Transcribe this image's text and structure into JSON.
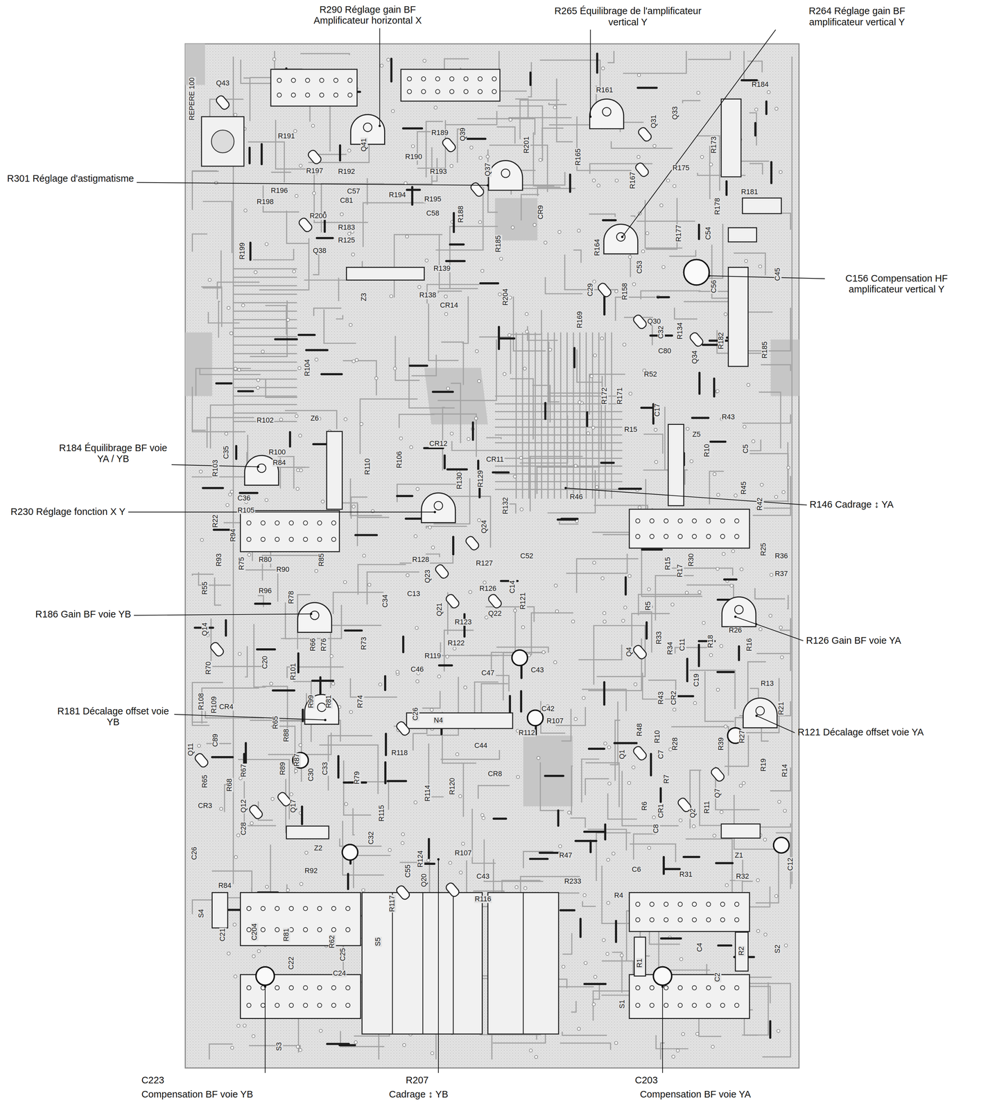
{
  "diagram": {
    "labels": [
      "R290 Réglage gain BF Amplificateur horizontal X",
      "R265 Équilibrage de l'amplificateur vertical Y",
      "R264 Réglage gain BF amplificateur vertical Y",
      "R301 Réglage d'astigmatisme",
      "C156 Compensation HF amplificateur vertical Y",
      "R184 Équilibrage BF voie YA / YB",
      "R230 Réglage fonction X Y",
      "R146 Cadrage ↕ YA",
      "R186 Gain BF voie YB",
      "R126 Gain BF voie YA",
      "R181 Décalage offset voie YB",
      "R121 Décalage offset voie YA",
      "C223",
      "Compensation BF voie YB",
      "R207",
      "Cadrage ↕ YB",
      "C203",
      "Compensation BF voie YA",
      "REPERE 100",
      "Q43",
      "R191",
      "R189",
      "Q41",
      "R190",
      "Q39",
      "Q37",
      "R201",
      "R192",
      "R193",
      "R197",
      "C57",
      "R196",
      "C81",
      "R198",
      "R194",
      "R195",
      "R188",
      "C58",
      "R200",
      "R183",
      "R125",
      "R185",
      "Q38",
      "R199",
      "CR9",
      "R161",
      "Q31",
      "Q33",
      "R184",
      "R165",
      "R167",
      "R173",
      "R175",
      "R181",
      "R178",
      "R164",
      "R177",
      "C54",
      "C29",
      "R158",
      "C53",
      "Q30",
      "C32",
      "C80",
      "R169",
      "C56",
      "C45",
      "R182",
      "R185",
      "R134",
      "Q34",
      "Z3",
      "R139",
      "R138",
      "CR14",
      "R204",
      "R104",
      "R102",
      "Z6",
      "R103",
      "C35",
      "R100",
      "R84",
      "C36",
      "R110",
      "R106",
      "CR12",
      "CR11",
      "R130",
      "R129",
      "R132",
      "R46",
      "R172",
      "R171",
      "R52",
      "R15",
      "C17",
      "Z5",
      "R43",
      "R10",
      "C5",
      "R45",
      "R42",
      "R22",
      "R105",
      "R94",
      "Q24",
      "R80",
      "R90",
      "R93",
      "R75",
      "R96",
      "R85",
      "R128",
      "R127",
      "C52",
      "R55",
      "R78",
      "Q23",
      "C34",
      "C13",
      "R126",
      "Q21",
      "Q22",
      "R121",
      "R123",
      "C14",
      "R122",
      "R119",
      "R66",
      "R76",
      "R73",
      "Q14",
      "R70",
      "C20",
      "R101",
      "C46",
      "C47",
      "C43",
      "R108",
      "R109",
      "CR4",
      "R99",
      "R81",
      "R74",
      "C26",
      "N4",
      "C42",
      "R107",
      "R65",
      "R88",
      "Q11",
      "C89",
      "R67",
      "R89",
      "R87",
      "C30",
      "C33",
      "R79",
      "R118",
      "C44",
      "R112",
      "CR8",
      "R114",
      "R120",
      "R65",
      "R68",
      "CR3",
      "Q12",
      "Q17",
      "C28",
      "Z2",
      "C32",
      "R115",
      "C26",
      "R92",
      "R124",
      "R107",
      "Q20",
      "C43",
      "R116",
      "R117",
      "C55",
      "R47",
      "R233",
      "R4",
      "C6",
      "Z1",
      "R31",
      "R32",
      "C12",
      "R14",
      "R84",
      "C21",
      "S4",
      "C204",
      "R81",
      "C22",
      "R62",
      "C25",
      "C24",
      "S5",
      "S3",
      "S2",
      "S1",
      "R1",
      "C4",
      "R2",
      "C2",
      "R36",
      "R37",
      "R25",
      "R5",
      "R15",
      "R17",
      "R30",
      "Q4",
      "R33",
      "R34",
      "C11",
      "R18",
      "R16",
      "R26",
      "R13",
      "R21",
      "R43",
      "C19",
      "CR2",
      "R10",
      "R48",
      "R28",
      "R39",
      "R27",
      "R19",
      "Q1",
      "C7",
      "R7",
      "Q2",
      "Q7",
      "R11",
      "CR1",
      "R6",
      "C8"
    ]
  }
}
